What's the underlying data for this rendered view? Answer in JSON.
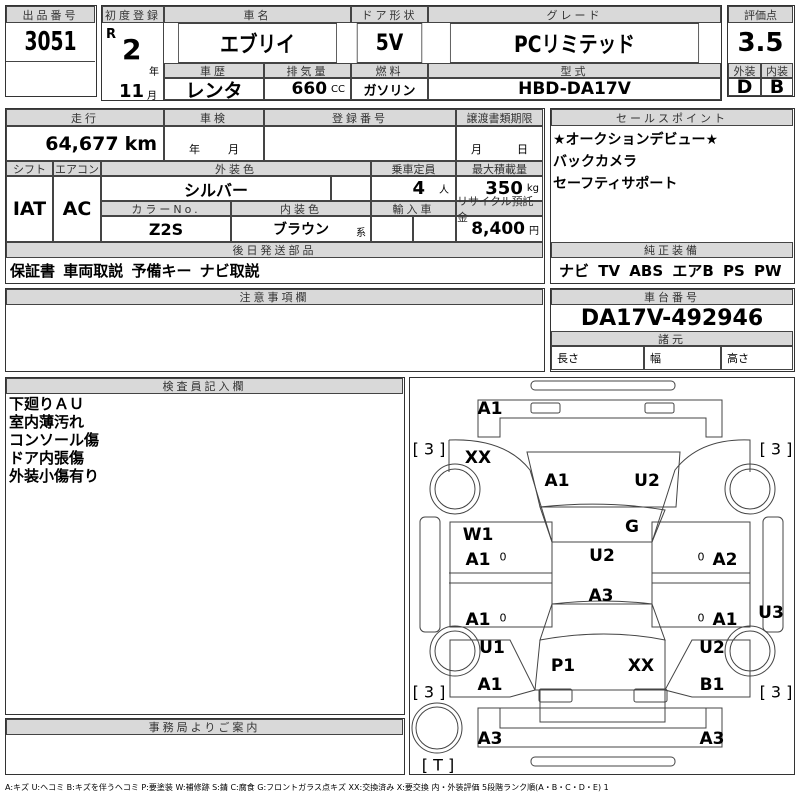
{
  "lot": {
    "label": "出品番号",
    "value": "3051"
  },
  "reg": {
    "label": "初度登録",
    "era": "R",
    "year": "2",
    "year_unit": "年",
    "month": "11",
    "month_unit": "月"
  },
  "car_name": {
    "label": "車名",
    "value": "エブリイ"
  },
  "door": {
    "label": "ドア形状",
    "value": "5V"
  },
  "grade": {
    "label": "グレード",
    "value": "PCリミテッド"
  },
  "history": {
    "label": "車歴",
    "value": "レンタ"
  },
  "displacement": {
    "label": "排気量",
    "value": "660",
    "unit": "CC"
  },
  "fuel": {
    "label": "燃料",
    "value": "ガソリン"
  },
  "model": {
    "label": "型式",
    "value": "HBD-DA17V"
  },
  "score": {
    "label": "評価点",
    "value": "3.5",
    "ext_label": "外装",
    "int_label": "内装",
    "ext": "D",
    "int": "B"
  },
  "mileage": {
    "label": "走行",
    "value": "64,677",
    "unit": "km"
  },
  "inspection": {
    "label": "車検",
    "year_unit": "年",
    "month_unit": "月"
  },
  "plate": {
    "label": "登録番号"
  },
  "transfer": {
    "label": "譲渡書類期限",
    "month_unit": "月",
    "day_unit": "日"
  },
  "shift": {
    "label": "シフト",
    "value": "IAT"
  },
  "ac": {
    "label": "エアコン",
    "value": "AC"
  },
  "ext_color": {
    "label": "外装色",
    "value": "シルバー"
  },
  "capacity": {
    "label": "乗車定員",
    "value": "4",
    "unit": "人"
  },
  "load": {
    "label": "最大積載量",
    "value": "350",
    "unit": "kg"
  },
  "color_no": {
    "label": "カラーNo.",
    "value": "Z2S"
  },
  "int_color": {
    "label": "内装色",
    "value": "ブラウン",
    "unit": "系"
  },
  "import": {
    "label": "輸入車"
  },
  "recycle": {
    "label": "リサイクル預託金",
    "value": "8,400",
    "unit": "円"
  },
  "later_parts": {
    "label": "後日発送部品",
    "value": "保証書 車両取説 予備キー ナビ取説"
  },
  "sales": {
    "label": "セールスポイント",
    "items": [
      "★オークションデビュー★",
      "バックカメラ",
      "セーフティサポート"
    ]
  },
  "equipment": {
    "label": "純正装備",
    "value": "ナビ TV ABS エアB PS PW"
  },
  "notes": {
    "label": "注意事項欄"
  },
  "chassis": {
    "label": "車台番号",
    "value": "DA17V-492946",
    "spec_label": "諸元",
    "length": "長さ",
    "width": "幅",
    "height": "高さ"
  },
  "inspector": {
    "label": "検査員記入欄",
    "items": [
      "下廻りＡＵ",
      "室内薄汚れ",
      "コンソール傷",
      "ドア内張傷",
      "外装小傷有り"
    ]
  },
  "office": {
    "label": "事務局よりご案内"
  },
  "diagram": {
    "marks": [
      "A1",
      "XX",
      "A1",
      "U2",
      "G",
      "W1",
      "A1",
      "0",
      "U2",
      "0",
      "A2",
      "A3",
      "A1",
      "0",
      "0",
      "A1",
      "U3",
      "U1",
      "U2",
      "P1",
      "XX",
      "A1",
      "B1",
      "A3",
      "A3"
    ],
    "tires": [
      "[ 3 ]",
      "[ 3 ]",
      "[ 3 ]",
      "[ 3 ]",
      "[ T ]"
    ]
  },
  "legend": "A:キズ U:ヘコミ B:キズを伴うヘコミ P:要塗装 W:補修跡 S:錆 C:腐食 G:フロントガラス点キズ XX:交換済み X:要交換 内・外装評価 5段階ランク順(A・B・C・D・E) 1"
}
